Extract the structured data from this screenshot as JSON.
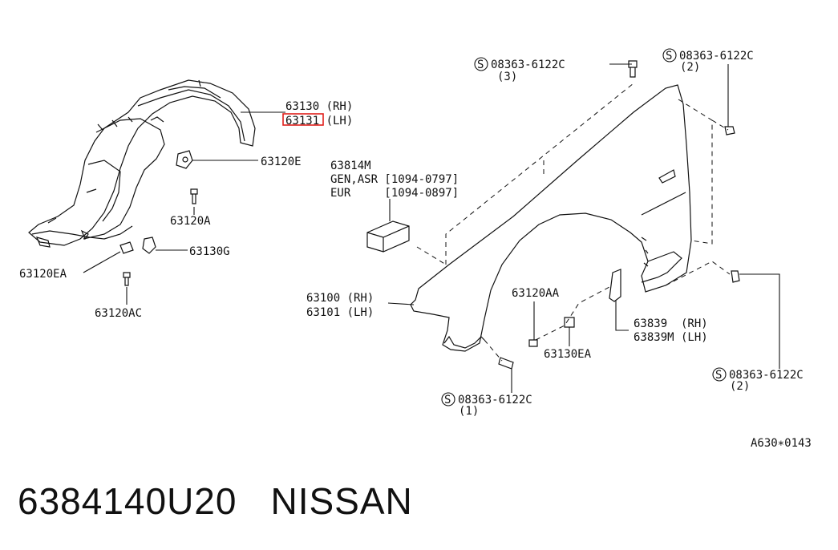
{
  "labels": {
    "l63130": "63130 (RH)",
    "l63131": "63131 (LH)",
    "l63120E": "63120E",
    "l63814M": "63814M",
    "l63814M_gen": "GEN,ASR [1094-0797]",
    "l63814M_eur": "EUR     [1094-0897]",
    "l63120A": "63120A",
    "l63130G": "63130G",
    "l63120EA": "63120EA",
    "l63120AC": "63120AC",
    "l63100": "63100 (RH)",
    "l63101": "63101 (LH)",
    "l63120AA": "63120AA",
    "l63130EA": "63130EA",
    "l63839": "63839  (RH)",
    "l63839M": "63839M (LH)",
    "bolt_top": "08363-6122C",
    "bolt_top_qty": "(3)",
    "bolt_topright": "08363-6122C",
    "bolt_topright_qty": "(2)",
    "bolt_bottom": "08363-6122C",
    "bolt_bottom_qty": "(1)",
    "bolt_right": "08363-6122C",
    "bolt_right_qty": "(2)",
    "screw_symbol": "S",
    "diagram_code": "A630∗0143"
  },
  "footer": {
    "part_number": "6384140U20",
    "brand": "NISSAN"
  },
  "highlight_color": "#e0201c"
}
